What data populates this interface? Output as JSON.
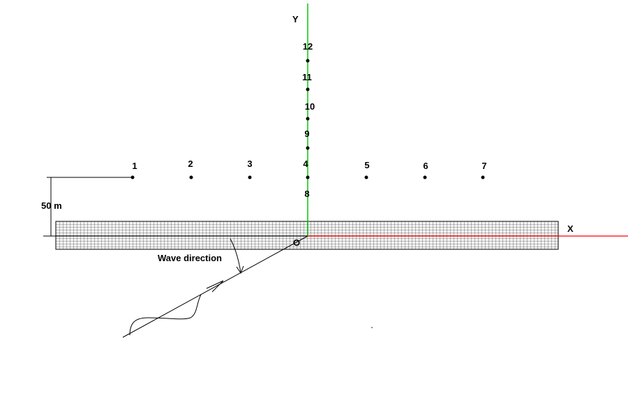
{
  "labels": {
    "y_axis": "Y",
    "x_axis": "X",
    "origin": "O",
    "distance": "50 m",
    "wave_direction": "Wave direction"
  },
  "points": [
    "1",
    "2",
    "3",
    "4",
    "5",
    "6",
    "7",
    "8",
    "9",
    "10",
    "11",
    "12"
  ],
  "colors": {
    "y_axis": "#00cc00",
    "x_axis": "#ff0000",
    "ink": "#000000",
    "mesh_fill": "#f4f4f4"
  }
}
